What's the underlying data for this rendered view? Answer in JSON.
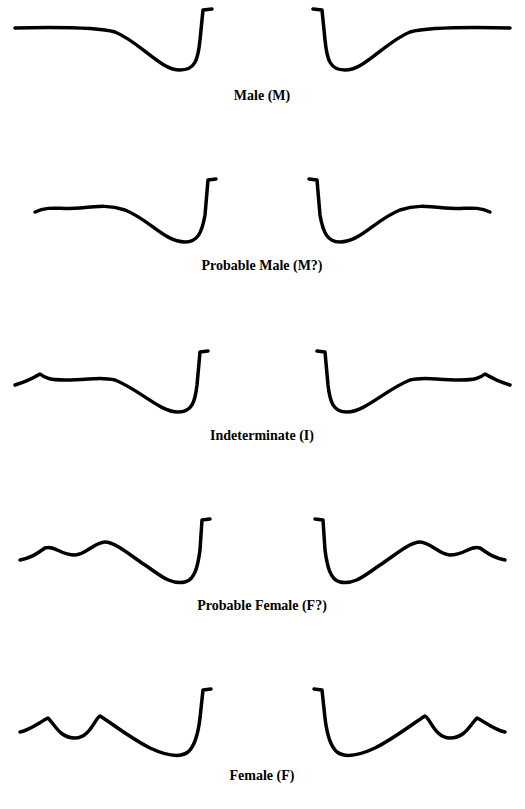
{
  "diagram": {
    "labels": [
      "Male (M)",
      "Probable Male (M?)",
      "Indeterminate (I)",
      "Probable Female (F?)",
      "Female (F)"
    ]
  }
}
